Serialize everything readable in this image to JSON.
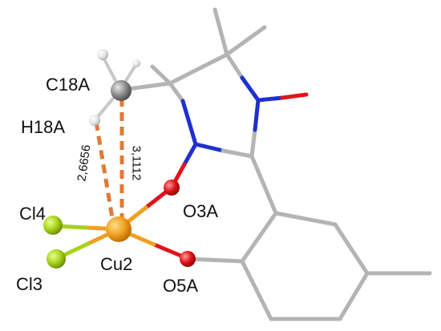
{
  "atom_labels": {
    "c18a": "C18A",
    "h18a": "H18A",
    "cl4": "Cl4",
    "cl3": "Cl3",
    "cu2": "Cu2",
    "o3a": "O3A",
    "o5a": "O5A"
  },
  "distance_labels": {
    "h_cu": "2,6656",
    "c_cu": "3,1112"
  },
  "colors": {
    "bond": "#b4b4b4",
    "carbon": "#7f7f7f",
    "hydrogen": "#e8e8e8",
    "nitrogen": "#1f2fd0",
    "oxygen": "#e0141a",
    "copper": "#f0a020",
    "chlorine": "#a6d21a",
    "contact": "#e07a3a"
  }
}
